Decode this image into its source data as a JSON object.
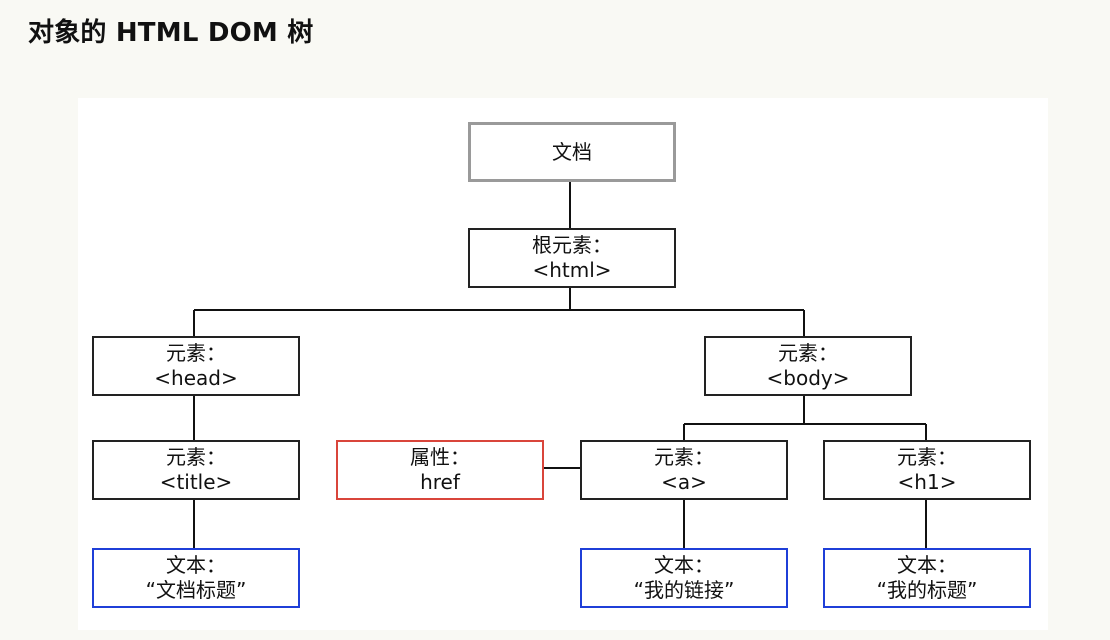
{
  "title": "对象的 HTML DOM 树",
  "diagram": {
    "document": {
      "label": "文档"
    },
    "root": {
      "label": "根元素：",
      "tag": "<html>"
    },
    "head": {
      "label": "元素：",
      "tag": "<head>"
    },
    "body": {
      "label": "元素：",
      "tag": "<body>"
    },
    "title_el": {
      "label": "元素：",
      "tag": "<title>"
    },
    "attribute": {
      "label": "属性：",
      "tag": "href"
    },
    "a": {
      "label": "元素：",
      "tag": "<a>"
    },
    "h1": {
      "label": "元素：",
      "tag": "<h1>"
    },
    "text_title": {
      "label": "文本：",
      "content": "“文档标题”"
    },
    "text_link": {
      "label": "文本：",
      "content": "“我的链接”"
    },
    "text_heading": {
      "label": "文本：",
      "content": "“我的标题”"
    },
    "colors": {
      "element_border": "#222222",
      "document_border": "#9a9a9a",
      "attribute_border": "#d9453b",
      "text_border": "#1f3fd8",
      "connector": "#111111"
    }
  }
}
